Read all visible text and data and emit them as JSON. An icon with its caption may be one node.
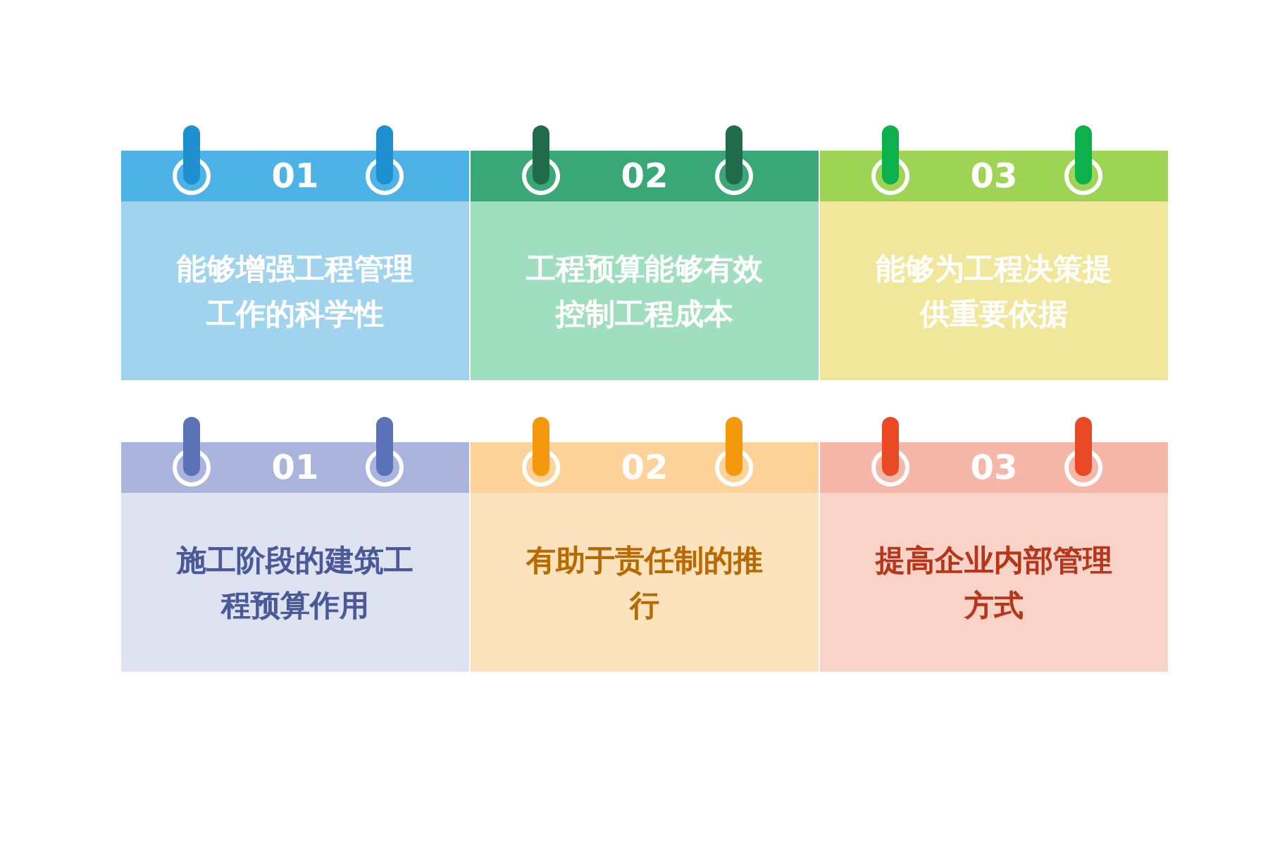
{
  "diagram": {
    "nodes": [
      {
        "text": [
          "01",
          "能够增强工程管理工作的科学性"
        ]
      },
      {
        "text": [
          "02",
          "工程预算能够有效控制工程成本"
        ]
      },
      {
        "text": [
          "03",
          "能够为工程决策提供重要依据"
        ]
      },
      {
        "text": [
          "01",
          "施工阶段的建筑工程预算作用"
        ]
      },
      {
        "text": [
          "02",
          "有助于责任制的推行"
        ]
      },
      {
        "text": [
          "03",
          "提高企业内部管理方式"
        ]
      }
    ]
  }
}
